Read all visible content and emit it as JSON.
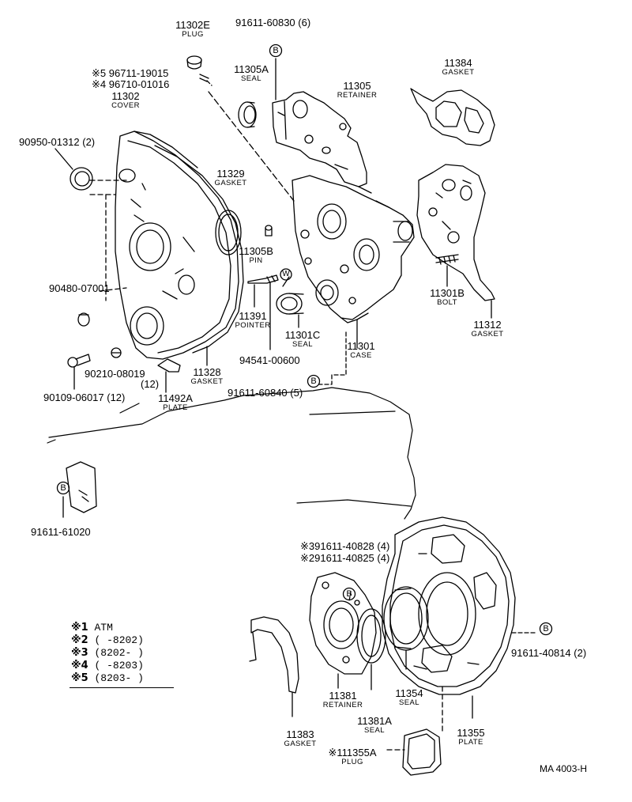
{
  "parts": {
    "p11302E": {
      "number": "11302E",
      "name": "PLUG"
    },
    "p91611_60830": {
      "number": "91611-60830 (6)"
    },
    "p11305A": {
      "number": "11305A",
      "name": "SEAL"
    },
    "p11384": {
      "number": "11384",
      "name": "GASKET"
    },
    "p96711": {
      "number": "※5 96711-19015"
    },
    "p96710": {
      "number": "※4 96710-01016"
    },
    "p11302": {
      "number": "11302",
      "name": "COVER"
    },
    "p11305": {
      "number": "11305",
      "name": "RETAINER"
    },
    "p90950": {
      "number": "90950-01312 (2)"
    },
    "p11329": {
      "number": "11329",
      "name": "GASKET"
    },
    "p11305B": {
      "number": "11305B",
      "name": "PIN"
    },
    "p90480": {
      "number": "90480-07001"
    },
    "p11301B": {
      "number": "11301B",
      "name": "BOLT"
    },
    "p11391": {
      "number": "11391",
      "name": "POINTER"
    },
    "p11301C": {
      "number": "11301C",
      "name": "SEAL"
    },
    "p11312": {
      "number": "11312",
      "name": "GASKET"
    },
    "p11301": {
      "number": "11301",
      "name": "CASE"
    },
    "p94541": {
      "number": "94541-00600"
    },
    "p90210": {
      "number": "90210-08019",
      "qty": "(12)"
    },
    "p11328": {
      "number": "11328",
      "name": "GASKET"
    },
    "p90109": {
      "number": "90109-06017 (12)"
    },
    "p11492A": {
      "number": "11492A",
      "name": "PLATE"
    },
    "p91611_60840": {
      "number": "91611-60840 (5)"
    },
    "p91611_61020": {
      "number": "91611-61020"
    },
    "p91611_40828": {
      "number": "※391611-40828 (4)"
    },
    "p91611_40825": {
      "number": "※291611-40825 (4)"
    },
    "p91611_40814": {
      "number": "91611-40814 (2)"
    },
    "p11381": {
      "number": "11381",
      "name": "RETAINER"
    },
    "p11354": {
      "number": "11354",
      "name": "SEAL"
    },
    "p11383": {
      "number": "11383",
      "name": "GASKET"
    },
    "p11381A": {
      "number": "11381A",
      "name": "SEAL"
    },
    "p11355": {
      "number": "11355",
      "name": "PLATE"
    },
    "p11355A": {
      "number": "※111355A",
      "name": "PLUG"
    }
  },
  "bolt_marker": "B",
  "washer_marker": "W",
  "legend": [
    {
      "mark": "※1",
      "text": " ATM"
    },
    {
      "mark": "※2",
      "text": " (     -8202)"
    },
    {
      "mark": "※3",
      "text": " (8202-     )"
    },
    {
      "mark": "※4",
      "text": " (     -8203)"
    },
    {
      "mark": "※5",
      "text": " (8203-     )"
    }
  ],
  "diagram_code": "MA  4003-H"
}
